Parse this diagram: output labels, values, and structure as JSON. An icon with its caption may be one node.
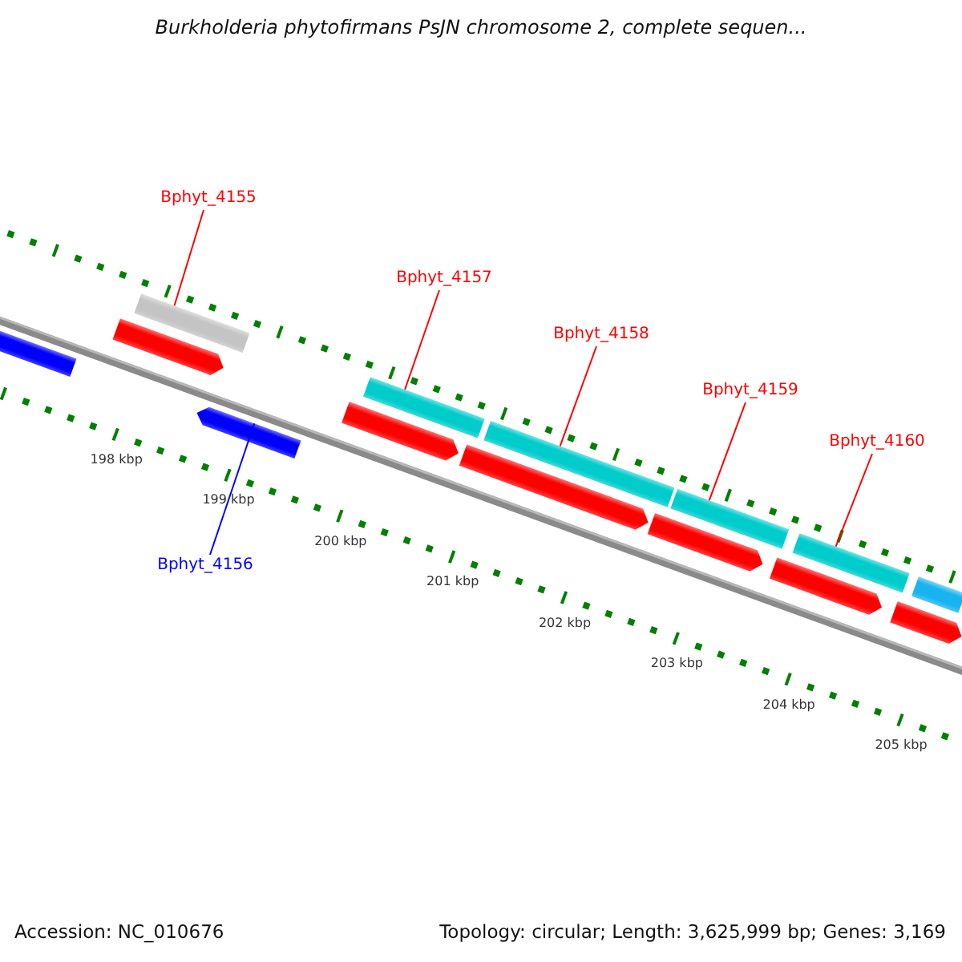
{
  "diagram": {
    "title": "Burkholderia phytofirmans PsJN chromosome 2, complete sequen...",
    "nodes": [
      {
        "text": [],
        "shape": "bar"
      },
      {
        "text": [
          "Bphyt_4155"
        ]
      },
      {
        "text": [],
        "shape": "bar"
      },
      {
        "text": [],
        "shape": "arrow"
      },
      {
        "text": [],
        "shape": "arrow"
      },
      {
        "text": [
          "Bphyt_4156"
        ]
      },
      {
        "text": [
          "Bphyt_4157"
        ]
      },
      {
        "text": [],
        "shape": "bar"
      },
      {
        "text": [],
        "shape": "arrow"
      },
      {
        "text": [
          "Bphyt_4158"
        ]
      },
      {
        "text": [],
        "shape": "bar"
      },
      {
        "text": [],
        "shape": "arrow"
      },
      {
        "text": [
          "Bphyt_4159"
        ]
      },
      {
        "text": [],
        "shape": "bar"
      },
      {
        "text": [],
        "shape": "arrow"
      },
      {
        "text": [
          "Bphyt_4160"
        ]
      },
      {
        "text": [],
        "shape": "bar"
      },
      {
        "text": [],
        "shape": "arrow"
      },
      {
        "text": [],
        "shape": "bar"
      },
      {
        "text": [],
        "shape": "arrow"
      }
    ],
    "edges": [
      {
        "from": 1,
        "to": 2,
        "arrow": "none"
      },
      {
        "from": 5,
        "to": 4,
        "arrow": "none",
        "color": "#0000ff"
      },
      {
        "from": 6,
        "to": 7,
        "arrow": "none"
      },
      {
        "from": 9,
        "to": 10,
        "arrow": "none"
      },
      {
        "from": 12,
        "to": 13,
        "arrow": "none"
      },
      {
        "from": 15,
        "to": 16,
        "arrow": "none"
      }
    ],
    "labels": [
      "198 kbp",
      "199 kbp",
      "200 kbp",
      "201 kbp",
      "202 kbp",
      "203 kbp",
      "204 kbp",
      "205 kbp",
      "Accession: NC_010676",
      "Topology: circular; Length: 3,625,999 bp; Genes: 3,169"
    ]
  }
}
